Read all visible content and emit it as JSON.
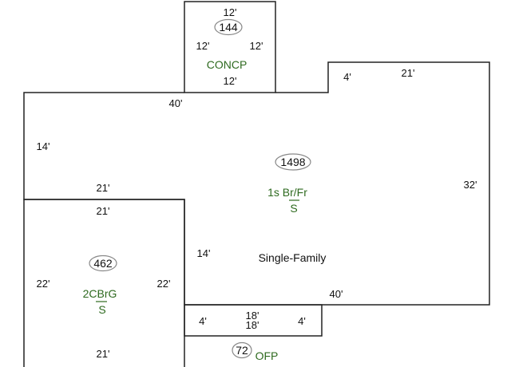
{
  "sketch": {
    "concp": {
      "area": "144",
      "code": "CONCP",
      "dims": {
        "top": "12'",
        "left": "12'",
        "right": "12'",
        "bottom": "12'"
      }
    },
    "main": {
      "area": "1498",
      "code_top": "1s Br/Fr",
      "code_bottom": "S",
      "description": "Single-Family",
      "dims": {
        "top_left": "40'",
        "left": "14'",
        "step_up": "4'",
        "top_right": "21'",
        "right": "32'",
        "bottom": "40'",
        "inner_vertical": "14'",
        "inner_horizontal": "21'"
      }
    },
    "garage": {
      "area": "462",
      "code_top": "2CBrG",
      "code_bottom": "S",
      "dims": {
        "top": "21'",
        "left": "22'",
        "right": "22'",
        "bottom": "21'"
      }
    },
    "ofp": {
      "area": "72",
      "code": "OFP",
      "dims": {
        "top": "18'",
        "bottom": "18'",
        "left": "4'",
        "right": "4'"
      }
    },
    "colors": {
      "lines": "#222222",
      "codes": "#2e6a1f",
      "bubble_border": "#888888"
    }
  }
}
